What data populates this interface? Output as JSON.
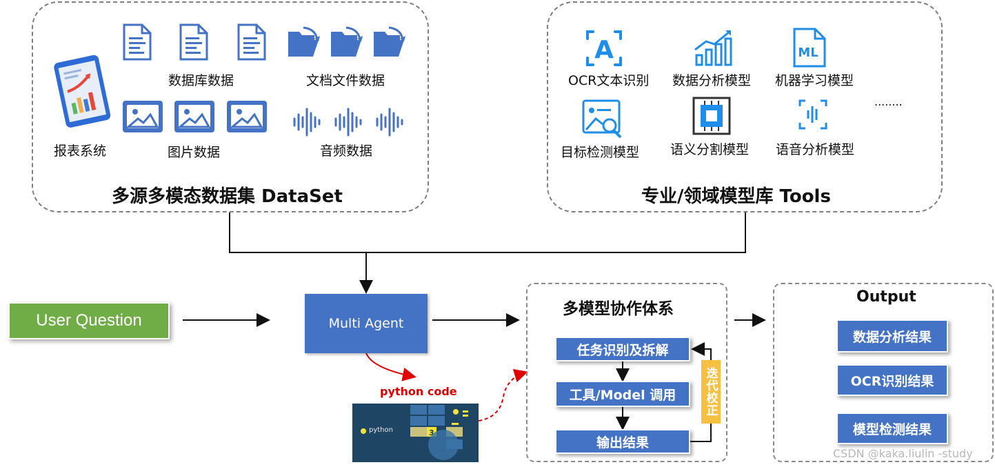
{
  "dataset_panel": {
    "title": "多源多模态数据集 DataSet",
    "items": {
      "report": "报表系统",
      "database": "数据库数据",
      "documents": "文档文件数据",
      "images": "图片数据",
      "audio": "音频数据"
    },
    "icons": [
      "tablet-chart-icon",
      "document-icon",
      "folder-icon",
      "image-icon",
      "audio-wave-icon"
    ]
  },
  "tools_panel": {
    "title": "专业/领域模型库  Tools",
    "items": {
      "ocr": "OCR文本识别",
      "data_analysis": "数据分析模型",
      "ml": "机器学习模型",
      "detection": "目标检测模型",
      "segmentation": "语义分割模型",
      "speech": "语音分析模型",
      "more": "........"
    },
    "icons": [
      "ocr-icon",
      "bar-chart-icon",
      "ml-file-icon",
      "detection-icon",
      "chip-icon",
      "voice-icon"
    ]
  },
  "user_question": "User Question",
  "multi_agent": "Multi Agent",
  "python_code_label": "python code",
  "python_logo_text": "python",
  "collab": {
    "title": "多模型协作体系",
    "steps": [
      "任务识别及拆解",
      "工具/Model 调用",
      "输出结果"
    ],
    "loop_label": "迭代校正"
  },
  "output": {
    "title": "Output",
    "results": [
      "数据分析结果",
      "OCR识别结果",
      "模型检测结果"
    ]
  },
  "watermark": "CSDN @kaka.liulin -study",
  "colors": {
    "accent_blue": "#4472c4",
    "green": "#70ad47",
    "loop_yellow": "#f6c143",
    "icon_blue": "#4472c4",
    "red_arrow": "#e00000"
  }
}
